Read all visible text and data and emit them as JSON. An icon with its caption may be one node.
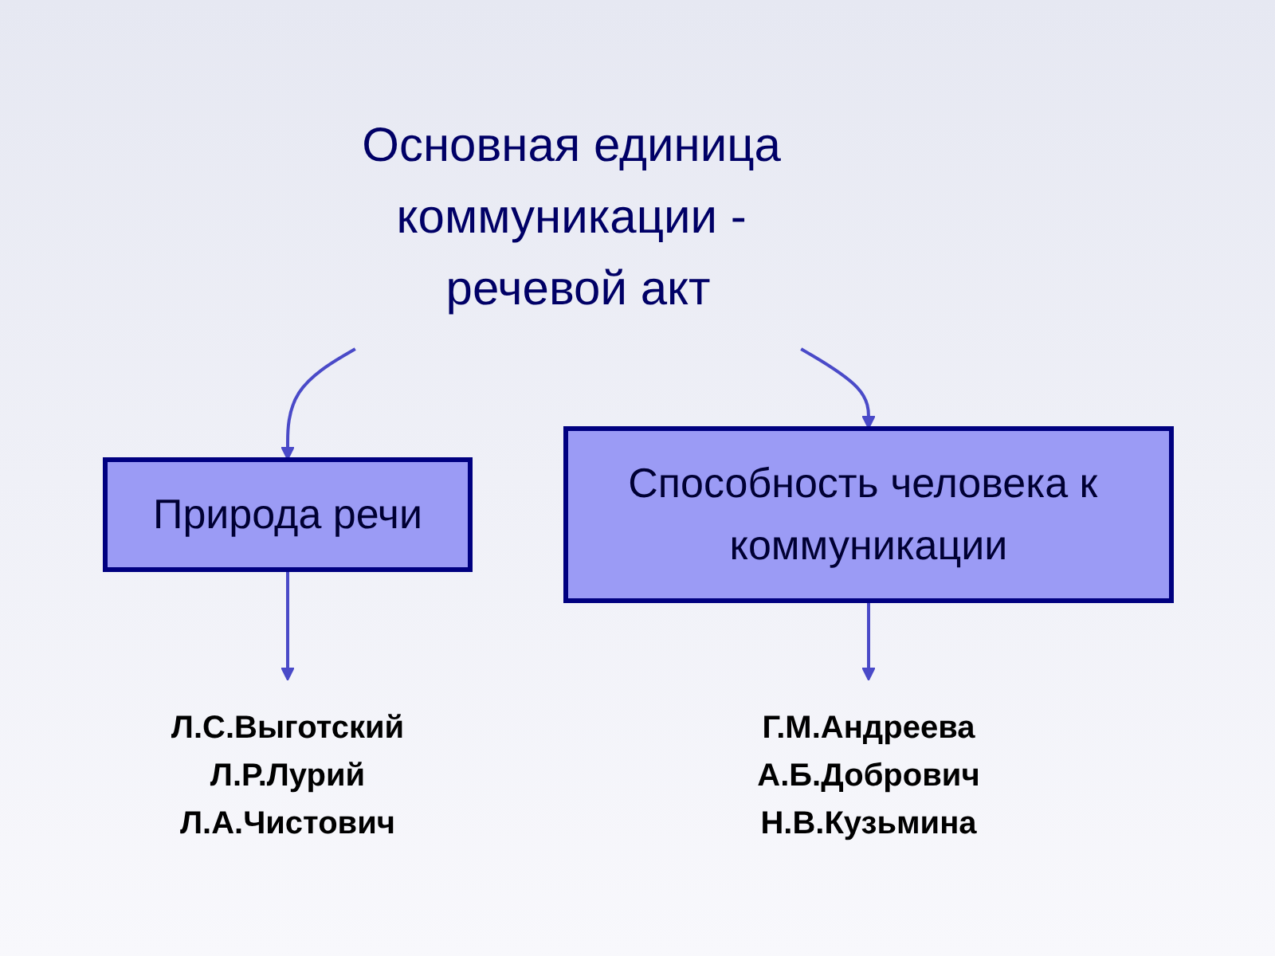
{
  "diagram": {
    "nodes": [
      {
        "text": [
          "Основная единица коммуникации - речевой акт"
        ]
      },
      {
        "text": [
          "Природа речи"
        ]
      },
      {
        "text": [
          "Способность человека к коммуникации"
        ]
      },
      {
        "text": [
          "Л.С.Выготский",
          "Л.Р.Лурий",
          "Л.А.Чистович"
        ]
      },
      {
        "text": [
          "Г.М.Андреева",
          "А.Б.Добрович",
          "Н.В.Кузьмина"
        ]
      }
    ],
    "edges": [
      {
        "from": 0,
        "to": 1,
        "arrow": "to"
      },
      {
        "from": 0,
        "to": 2,
        "arrow": "to"
      },
      {
        "from": 1,
        "to": 3,
        "arrow": "to"
      },
      {
        "from": 2,
        "to": 4,
        "arrow": "to"
      }
    ]
  }
}
